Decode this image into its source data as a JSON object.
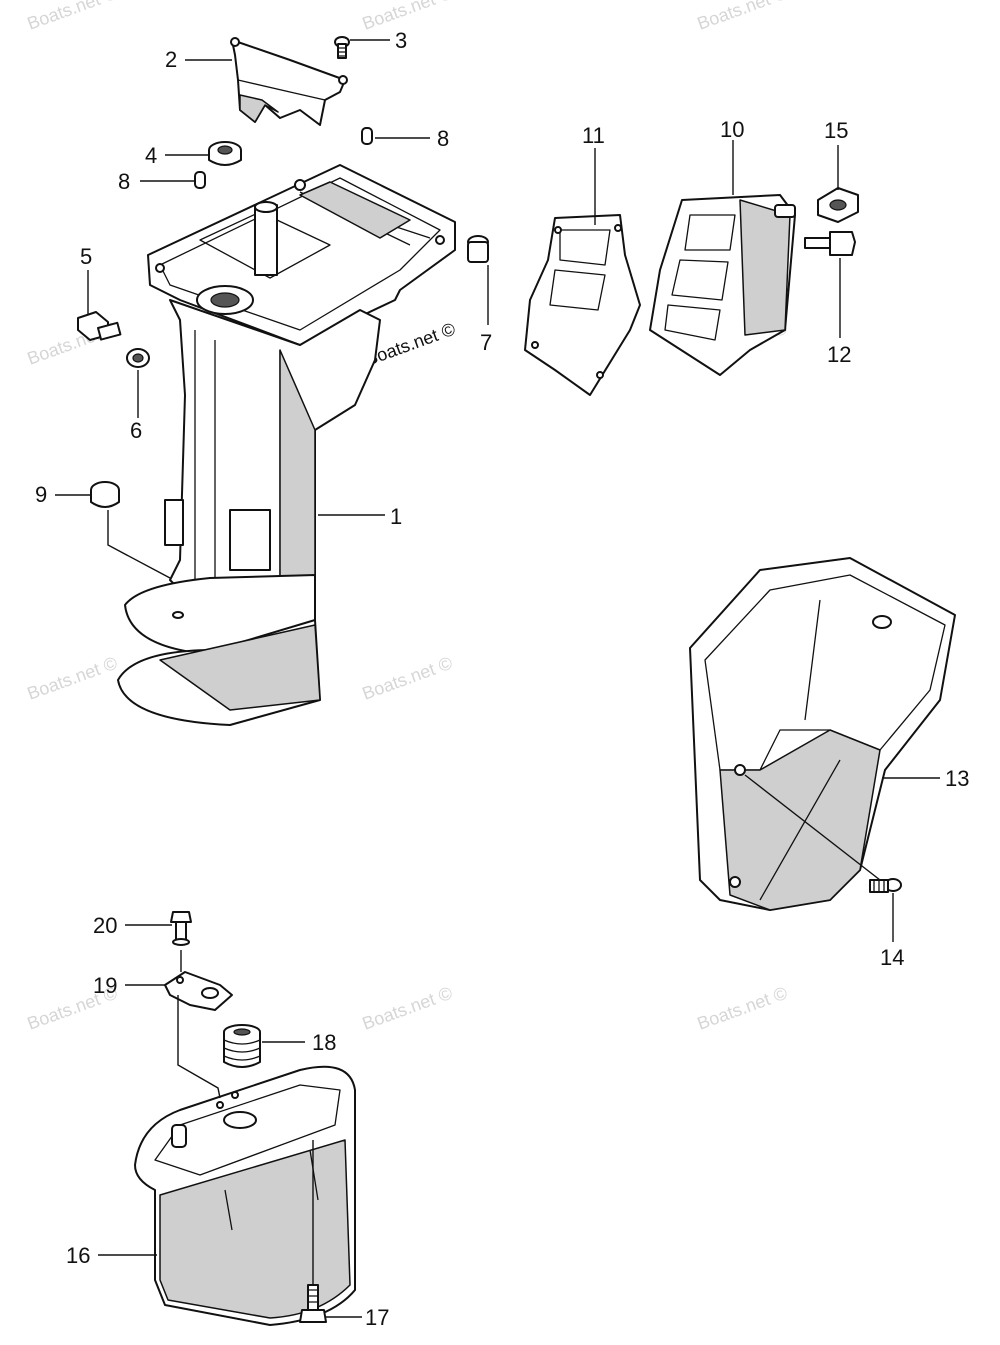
{
  "watermark": {
    "text": "Boats.net ©",
    "text_partial": "Boats.net",
    "visible_text": "Boats.net ©"
  },
  "callouts": {
    "c1": "1",
    "c2": "2",
    "c3": "3",
    "c4": "4",
    "c5": "5",
    "c6": "6",
    "c7": "7",
    "c8a": "8",
    "c8b": "8",
    "c9": "9",
    "c10": "10",
    "c11": "11",
    "c12": "12",
    "c13": "13",
    "c14": "14",
    "c15": "15",
    "c16": "16",
    "c17": "17",
    "c18": "18",
    "c19": "19",
    "c20": "20"
  },
  "parts": [
    {
      "id": "1",
      "icon": "drive-shaft-housing-icon"
    },
    {
      "id": "2",
      "icon": "bracket-plate-icon"
    },
    {
      "id": "3",
      "icon": "screw-icon"
    },
    {
      "id": "4",
      "icon": "grommet-icon"
    },
    {
      "id": "5",
      "icon": "bolt-icon"
    },
    {
      "id": "6",
      "icon": "washer-icon"
    },
    {
      "id": "7",
      "icon": "plug-icon"
    },
    {
      "id": "8",
      "icon": "dowel-pin-icon"
    },
    {
      "id": "9",
      "icon": "drain-plug-icon"
    },
    {
      "id": "10",
      "icon": "exhaust-cover-icon"
    },
    {
      "id": "11",
      "icon": "gasket-icon"
    },
    {
      "id": "12",
      "icon": "hose-fitting-icon"
    },
    {
      "id": "13",
      "icon": "lower-cover-icon"
    },
    {
      "id": "14",
      "icon": "screw-icon"
    },
    {
      "id": "15",
      "icon": "nut-icon"
    },
    {
      "id": "16",
      "icon": "extension-case-icon"
    },
    {
      "id": "17",
      "icon": "bolt-icon"
    },
    {
      "id": "18",
      "icon": "bushing-icon"
    },
    {
      "id": "19",
      "icon": "plate-gasket-icon"
    },
    {
      "id": "20",
      "icon": "bolt-icon"
    }
  ]
}
